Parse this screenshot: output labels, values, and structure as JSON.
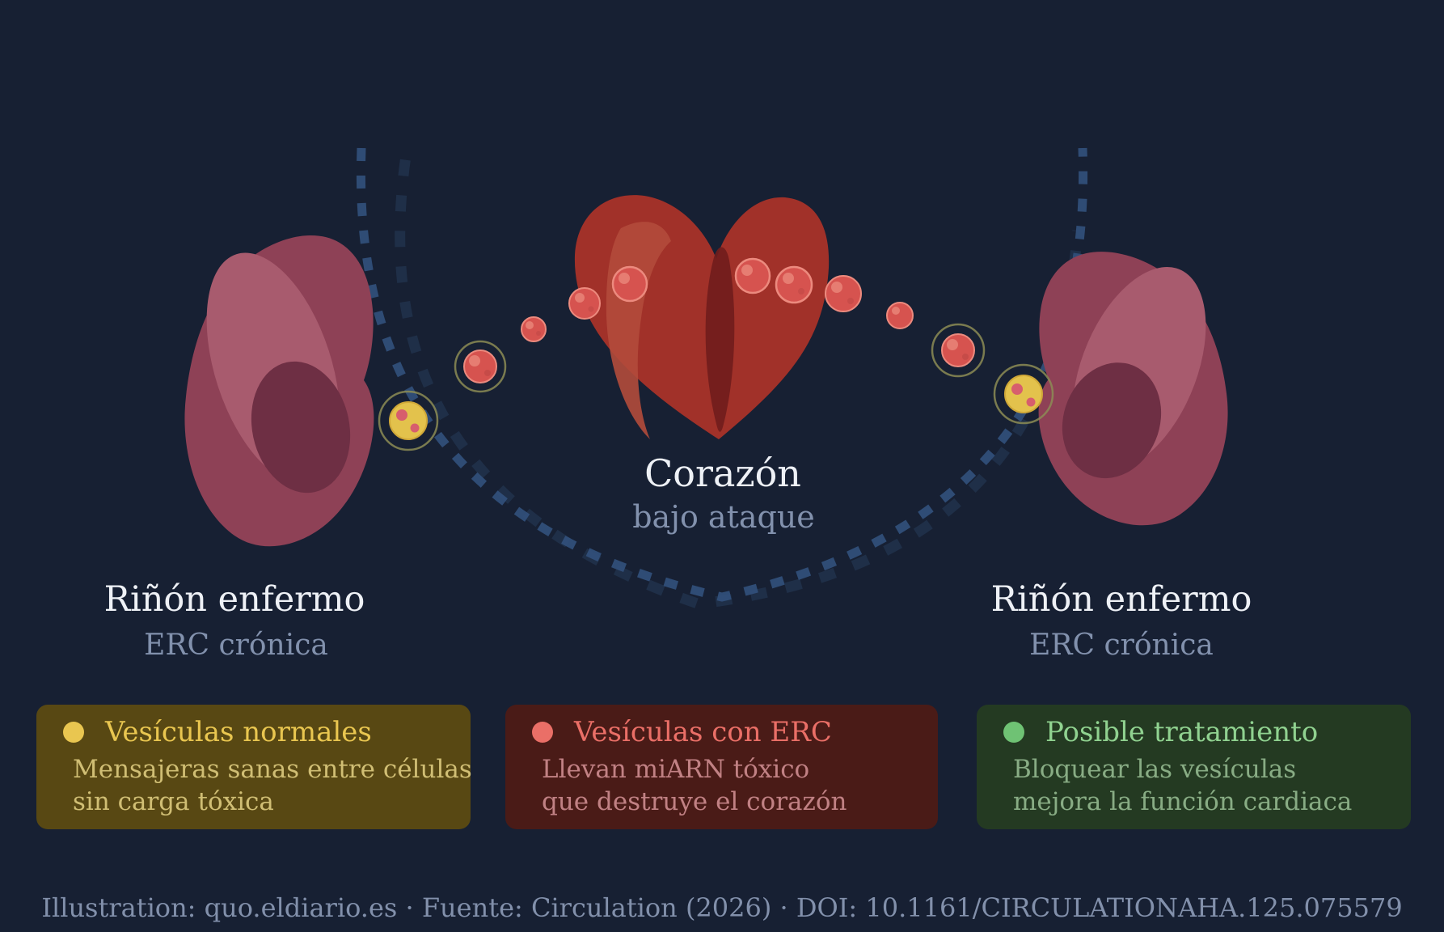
{
  "labels": {
    "heart": {
      "title": "Corazón",
      "subtitle": "bajo ataque"
    },
    "left_kidney": {
      "title": "Riñón enfermo",
      "subtitle": "ERC crónica"
    },
    "right_kidney": {
      "title": "Riñón enfermo",
      "subtitle": "ERC crónica"
    }
  },
  "legend": [
    {
      "title": "Vesículas normales",
      "body1": "Mensajeras sanas entre células",
      "body2": "sin carga tóxica"
    },
    {
      "title": "Vesículas con ERC",
      "body1": "Llevan miARN tóxico",
      "body2": "que destruye el corazón"
    },
    {
      "title": "Posible tratamiento",
      "body1": "Bloquear las vesículas",
      "body2": "mejora la función cardiaca"
    }
  ],
  "footer": {
    "text": "Illustration: quo.eldiario.es · Fuente: Circulation (2026) · DOI: 10.1161/CIRCULATIONAHA.125.075579"
  },
  "palette": {
    "bg": "#172033",
    "arc_bright": "#32517c",
    "arc_faint": "#273c59",
    "kidney_main": "#8e4156",
    "kidney_light": "#a85b6e",
    "kidney_dark": "#6e2f44",
    "heart_main": "#a13129",
    "heart_light": "#b34b3b",
    "heart_dark": "#701d1c",
    "ves_red": "#d6534f",
    "ves_red_rim": "#ec8a7e",
    "ves_red_hi": "#e88276",
    "ves_red_frk": "#bf4846",
    "ves_yellow": "#e3c24c",
    "ves_yellow_rim": "#d0a838",
    "ves_spot": "#d75e6d",
    "ring": "#8c8c55",
    "label_white": "#eef1f6",
    "label_muted": "#8291ad",
    "legend1_bg": "#584813",
    "legend1_title": "#e9c650",
    "legend1_body": "#d0be74",
    "legend2_bg": "#4a1b17",
    "legend2_title": "#ea6f67",
    "legend2_body": "#c18184",
    "legend3_bg": "#243a22",
    "legend3_title": "#90d290",
    "legend3_bullet": "#6fc274",
    "legend3_body": "#88ac84",
    "footer_color": "#8290ab"
  }
}
